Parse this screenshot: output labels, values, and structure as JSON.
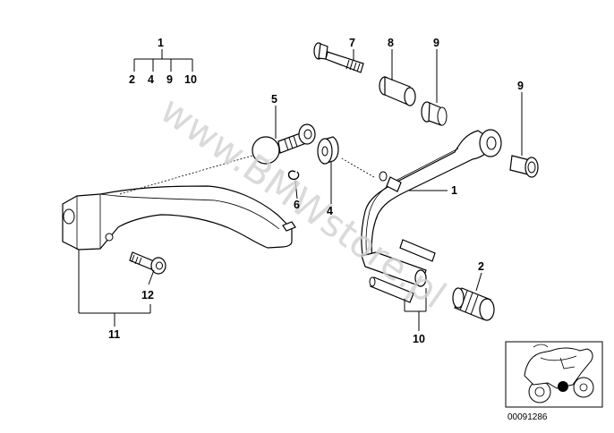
{
  "watermark": "www.BMWstore.pl",
  "diagram_code": "00091286",
  "labels": {
    "assembly_1": "1",
    "sub_2": "2",
    "sub_4": "4",
    "sub_9": "9",
    "sub_10": "10",
    "part_7": "7",
    "part_8": "8",
    "part_9a": "9",
    "part_9b": "9",
    "part_5": "5",
    "part_4": "4",
    "part_6": "6",
    "part_1": "1",
    "part_2": "2",
    "part_10": "10",
    "part_11": "11",
    "part_12": "12"
  },
  "colors": {
    "part_fill": "#ffffff",
    "part_shade": "#e3e3e3",
    "locator_dot": "#000000"
  }
}
